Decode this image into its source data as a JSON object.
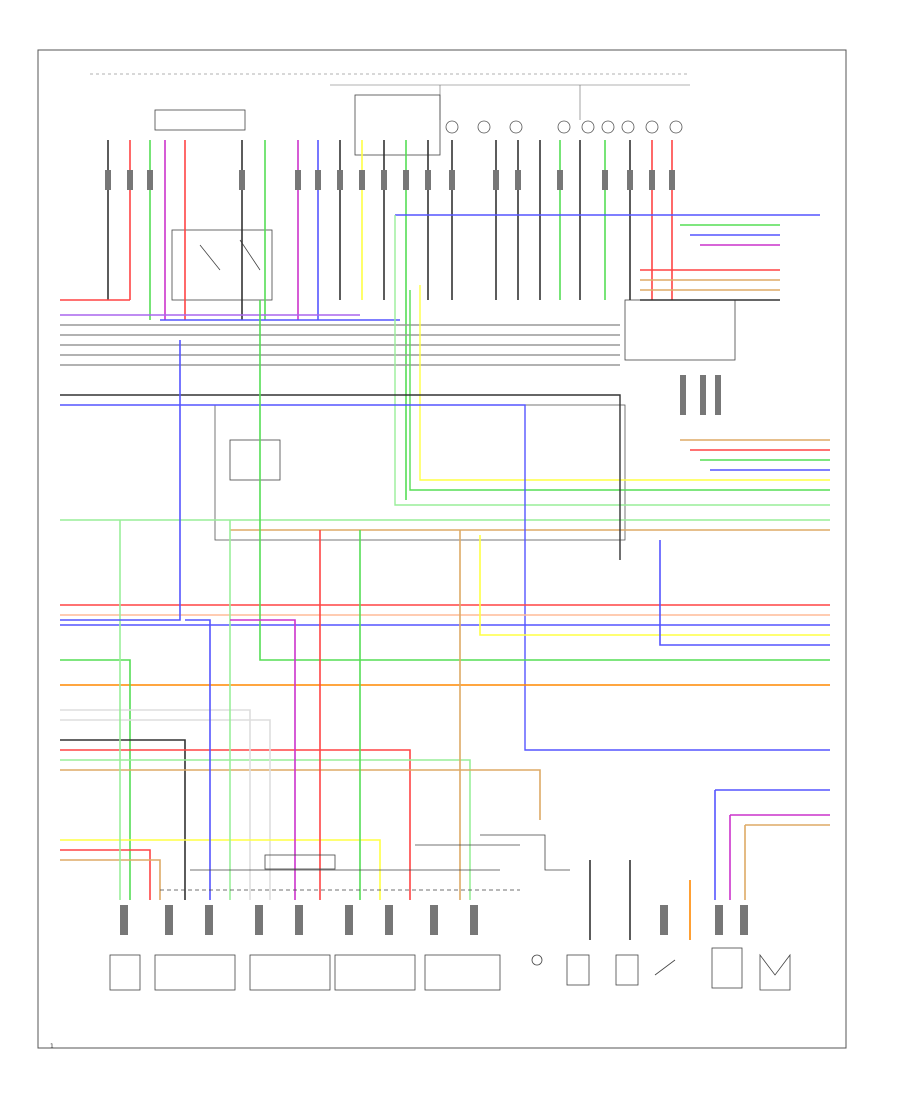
{
  "diagram": {
    "page_label": "1",
    "header_bar": "",
    "wire_colors": {
      "black": "#333333",
      "red": "#ff4444",
      "green": "#55dd55",
      "blue": "#5555ff",
      "yellow": "#ffff44",
      "orange": "#ff8800",
      "gray": "#999999",
      "violet": "#cc33cc",
      "tan": "#ddaa66",
      "white": "#dddddd",
      "light_green": "#99ee99"
    },
    "components": [
      {
        "id": "ecm-plug-1",
        "icon": "connector-plug-icon"
      },
      {
        "id": "injector-1",
        "icon": "connector-block-icon"
      },
      {
        "id": "injector-2",
        "icon": "connector-block-icon"
      },
      {
        "id": "injector-3",
        "icon": "connector-block-icon"
      },
      {
        "id": "injector-4",
        "icon": "connector-block-icon"
      },
      {
        "id": "idle-air-valve",
        "icon": "valve-icon"
      },
      {
        "id": "knock-sensor-1",
        "icon": "sensor-icon"
      },
      {
        "id": "knock-sensor-2",
        "icon": "sensor-icon"
      },
      {
        "id": "neutral-switch",
        "icon": "switch-icon"
      },
      {
        "id": "fuel-pump-relay",
        "icon": "relay-icon"
      },
      {
        "id": "fuel-pump",
        "icon": "motor-icon"
      }
    ]
  }
}
